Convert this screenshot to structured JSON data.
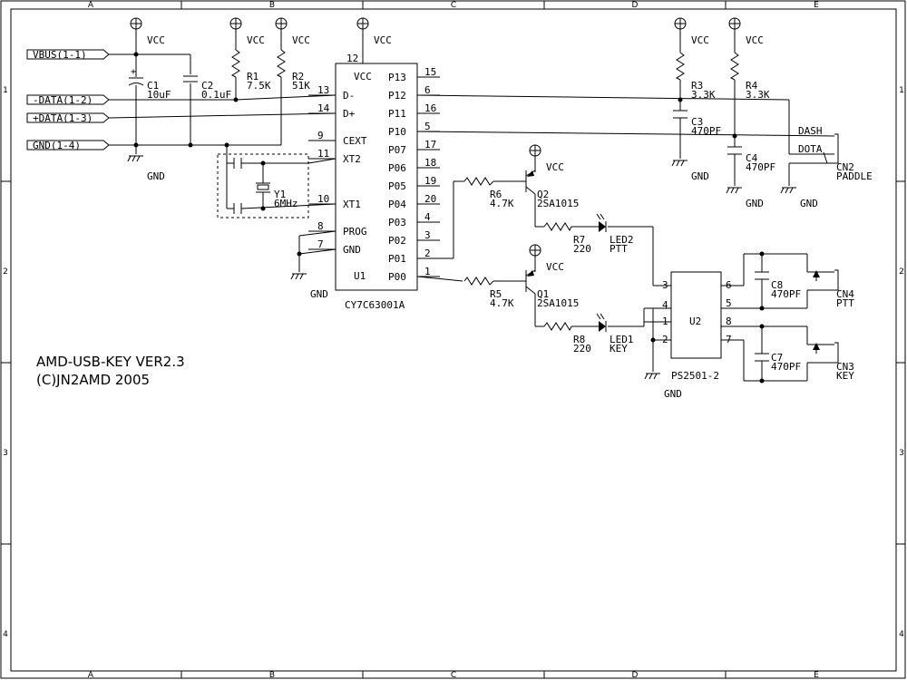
{
  "zones": {
    "columns": [
      "A",
      "B",
      "C",
      "D",
      "E"
    ],
    "rows": [
      "1",
      "2",
      "3",
      "4"
    ]
  },
  "power": {
    "vcc": "VCC",
    "gnd": "GND"
  },
  "ports": [
    "VBUS(1-1)",
    "-DATA(1-2)",
    "+DATA(1-3)",
    "GND(1-4)"
  ],
  "parts": {
    "c1": {
      "ref": "C1",
      "value": "10uF"
    },
    "c2": {
      "ref": "C2",
      "value": "0.1uF"
    },
    "r1": {
      "ref": "R1",
      "value": "7.5K"
    },
    "r2": {
      "ref": "R2",
      "value": "51K"
    },
    "y1": {
      "ref": "Y1",
      "value": "6MHz"
    },
    "r3": {
      "ref": "R3",
      "value": "3.3K"
    },
    "r4": {
      "ref": "R4",
      "value": "3.3K"
    },
    "c3": {
      "ref": "C3",
      "value": "470PF"
    },
    "c4": {
      "ref": "C4",
      "value": "470PF"
    },
    "r5": {
      "ref": "R5",
      "value": "4.7K"
    },
    "r6": {
      "ref": "R6",
      "value": "4.7K"
    },
    "q1": {
      "ref": "Q1",
      "value": "2SA1015"
    },
    "q2": {
      "ref": "Q2",
      "value": "2SA1015"
    },
    "r7": {
      "ref": "R7",
      "value": "220"
    },
    "r8": {
      "ref": "R8",
      "value": "220"
    },
    "led1": {
      "ref": "LED1",
      "value": "KEY"
    },
    "led2": {
      "ref": "LED2",
      "value": "PTT"
    },
    "c7": {
      "ref": "C7",
      "value": "470PF"
    },
    "c8": {
      "ref": "C8",
      "value": "470PF"
    },
    "cn2": {
      "ref": "CN2",
      "value": "PADDLE"
    },
    "cn3": {
      "ref": "CN3",
      "value": "KEY"
    },
    "cn4": {
      "ref": "CN4",
      "value": "PTT"
    },
    "u2": {
      "ref": "U2",
      "value": "PS2501-2"
    }
  },
  "u1": {
    "ref": "U1",
    "part": "CY7C63001A",
    "top_pin": "12",
    "left_pins": [
      {
        "num": "13",
        "name": "D-"
      },
      {
        "num": "14",
        "name": "D+"
      },
      {
        "num": "9",
        "name": "CEXT"
      },
      {
        "num": "11",
        "name": "XT2"
      },
      {
        "num": "10",
        "name": "XT1"
      },
      {
        "num": "8",
        "name": "PROG"
      },
      {
        "num": "7",
        "name": "GND"
      }
    ],
    "right_pins": [
      {
        "num": "15",
        "name": "P13"
      },
      {
        "num": "6",
        "name": "P12"
      },
      {
        "num": "16",
        "name": "P11"
      },
      {
        "num": "5",
        "name": "P10"
      },
      {
        "num": "17",
        "name": "P07"
      },
      {
        "num": "18",
        "name": "P06"
      },
      {
        "num": "19",
        "name": "P05"
      },
      {
        "num": "20",
        "name": "P04"
      },
      {
        "num": "4",
        "name": "P03"
      },
      {
        "num": "3",
        "name": "P02"
      },
      {
        "num": "2",
        "name": "P01"
      },
      {
        "num": "1",
        "name": "P00"
      }
    ],
    "vcc_label": "VCC"
  },
  "u2_pins": [
    "3",
    "4",
    "1",
    "2",
    "6",
    "5",
    "8",
    "7"
  ],
  "cn2_signals": {
    "dash": "DASH",
    "dot": "DOTA"
  },
  "title": {
    "line1": "AMD-USB-KEY VER2.3",
    "line2": "(C)JN2AMD 2005"
  }
}
